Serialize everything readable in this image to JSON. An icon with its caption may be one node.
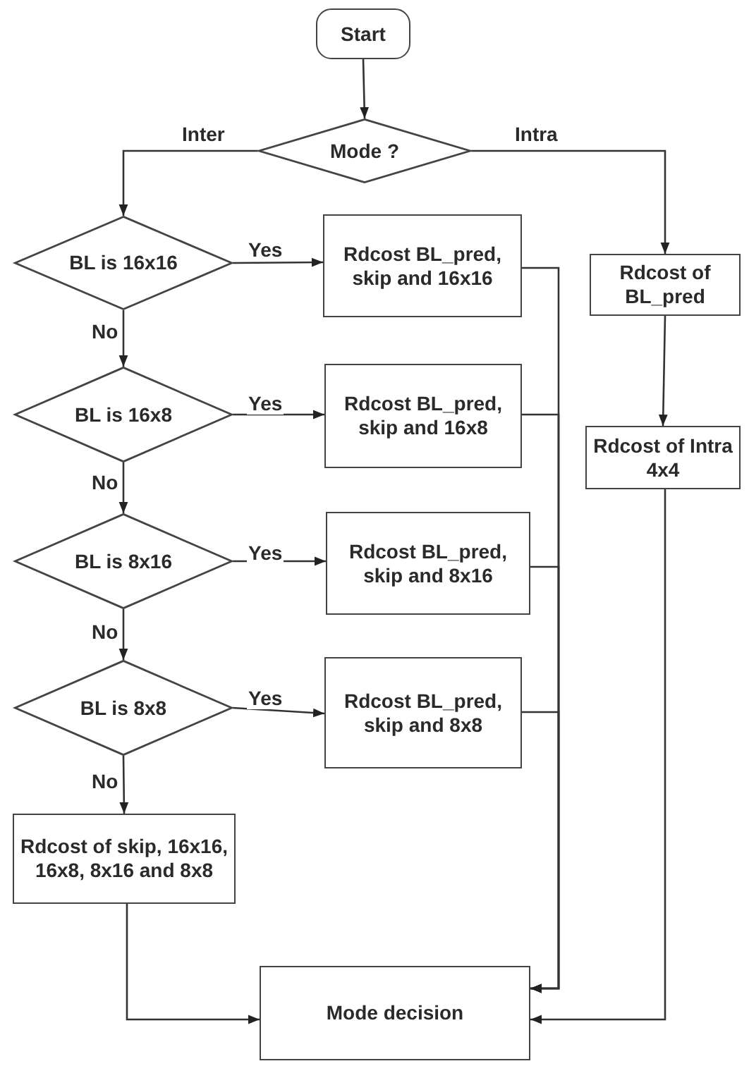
{
  "diagram": {
    "nodes": [
      {
        "text": [
          "Start"
        ]
      },
      {
        "text": [
          "Mode ?"
        ]
      },
      {
        "text": [
          "BL is 16x16"
        ]
      },
      {
        "text": [
          "Rdcost BL_pred, skip and 16x16"
        ]
      },
      {
        "text": [
          "Rdcost of BL_pred"
        ]
      },
      {
        "text": [
          "BL is 16x8"
        ]
      },
      {
        "text": [
          "Rdcost BL_pred, skip and 16x8"
        ]
      },
      {
        "text": [
          "Rdcost of Intra 4x4"
        ]
      },
      {
        "text": [
          "BL is 8x16"
        ]
      },
      {
        "text": [
          "Rdcost BL_pred, skip and  8x16"
        ]
      },
      {
        "text": [
          "BL is 8x8"
        ]
      },
      {
        "text": [
          "Rdcost BL_pred, skip and 8x8"
        ]
      },
      {
        "text": [
          "Rdcost of skip, 16x16, 16x8, 8x16 and 8x8"
        ]
      },
      {
        "text": [
          "Mode decision"
        ]
      }
    ],
    "edges": [
      {
        "from": 0,
        "to": 1,
        "arrow": "to"
      },
      {
        "from": 1,
        "to": 2,
        "arrow": "to",
        "label": "Inter"
      },
      {
        "from": 1,
        "to": 4,
        "arrow": "to",
        "label": "Intra"
      },
      {
        "from": 2,
        "to": 3,
        "arrow": "to",
        "label": "Yes"
      },
      {
        "from": 2,
        "to": 5,
        "arrow": "to",
        "label": "No"
      },
      {
        "from": 5,
        "to": 6,
        "arrow": "to",
        "label": "Yes"
      },
      {
        "from": 5,
        "to": 8,
        "arrow": "to",
        "label": "No"
      },
      {
        "from": 8,
        "to": 9,
        "arrow": "to",
        "label": "Yes"
      },
      {
        "from": 8,
        "to": 10,
        "arrow": "to",
        "label": "No"
      },
      {
        "from": 10,
        "to": 11,
        "arrow": "to",
        "label": "Yes"
      },
      {
        "from": 10,
        "to": 12,
        "arrow": "to",
        "label": "No"
      },
      {
        "from": 4,
        "to": 7,
        "arrow": "to"
      },
      {
        "from": 3,
        "to": 13,
        "arrow": "to"
      },
      {
        "from": 6,
        "to": 13,
        "arrow": "to"
      },
      {
        "from": 9,
        "to": 13,
        "arrow": "to"
      },
      {
        "from": 11,
        "to": 13,
        "arrow": "to"
      },
      {
        "from": 12,
        "to": 13,
        "arrow": "to"
      },
      {
        "from": 7,
        "to": 13,
        "arrow": "to"
      }
    ]
  }
}
